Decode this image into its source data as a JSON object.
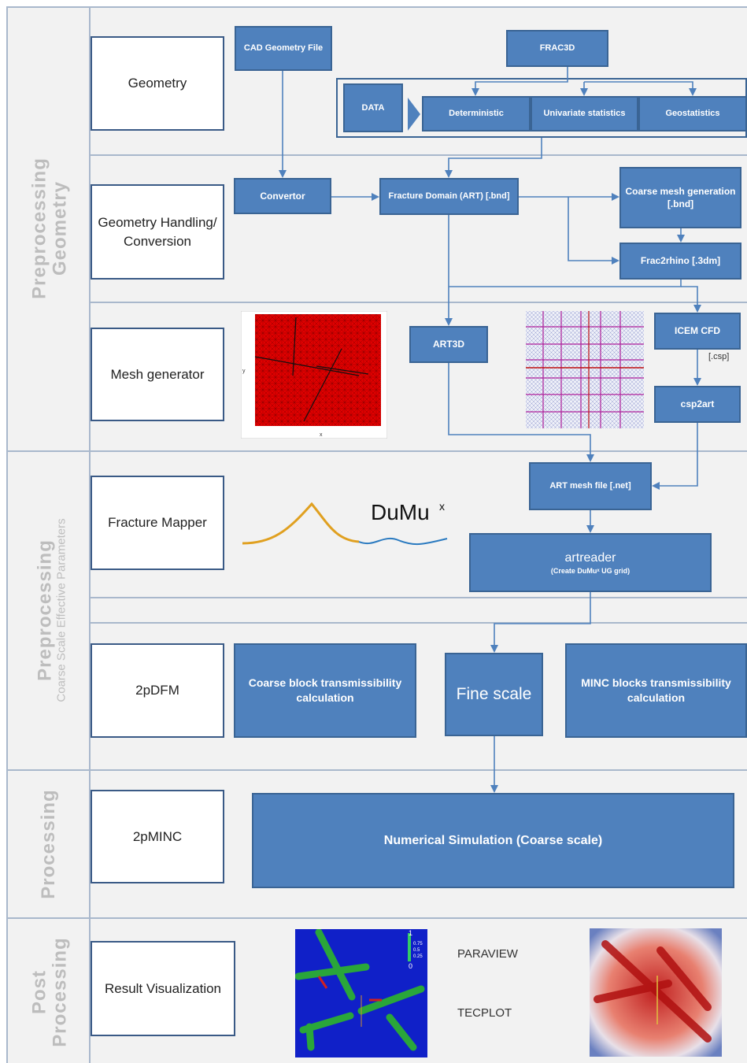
{
  "sections": {
    "geometry_band": {
      "main": "Preprocessing",
      "sub": "Geometry"
    },
    "coarse_band": {
      "main": "Preprocessing",
      "sub": "Coarse Scale Effective Parameters"
    },
    "processing_band": {
      "main": "Processing"
    },
    "post_band": {
      "main": "Post",
      "sub": "Processing"
    }
  },
  "stages": {
    "geometry": "Geometry",
    "handling": "Geometry Handling/ Conversion",
    "mesh": "Mesh generator",
    "mapper": "Fracture Mapper",
    "dfm": "2pDFM",
    "minc": "2pMINC",
    "result": "Result Visualization"
  },
  "boxes": {
    "cad": "CAD Geometry File",
    "frac3d": "FRAC3D",
    "data": "DATA",
    "deterministic": "Deterministic",
    "univariate": "Univariate statistics",
    "geostatistics": "Geostatistics",
    "convertor": "Convertor",
    "fracture_domain": "Fracture Domain (ART) [.bnd]",
    "coarse_mesh": "Coarse mesh generation [.bnd]",
    "frac2rhino": "Frac2rhino [.3dm]",
    "art3d": "ART3D",
    "icem": "ICEM CFD",
    "csp_label": "[.csp]",
    "csp2art": "csp2art",
    "art_mesh": "ART mesh file [.net]",
    "artreader": "artreader",
    "artreader_sub": "(Create DuMuˣ UG grid)",
    "coarse_block": "Coarse block transmissibility calculation",
    "fine_scale": "Fine scale",
    "minc_blocks": "MINC blocks transmissibility calculation",
    "numerical": "Numerical Simulation (Coarse scale)"
  },
  "logo": {
    "text": "DuMu",
    "sup": "x"
  },
  "mesh_image": {
    "y_label": "y",
    "x_label": "x"
  },
  "viz": {
    "legend_max": "1",
    "legend_075": "0.75",
    "legend_05": "0.5",
    "legend_025": "0.25",
    "legend_min": "0",
    "paraview": "PARAVIEW",
    "tecplot": "TECPLOT"
  },
  "colors": {
    "box_fill": "#4f81bd",
    "box_border": "#3a6494",
    "arrow": "#4f81bd",
    "band_label": "#bdbdbd"
  }
}
